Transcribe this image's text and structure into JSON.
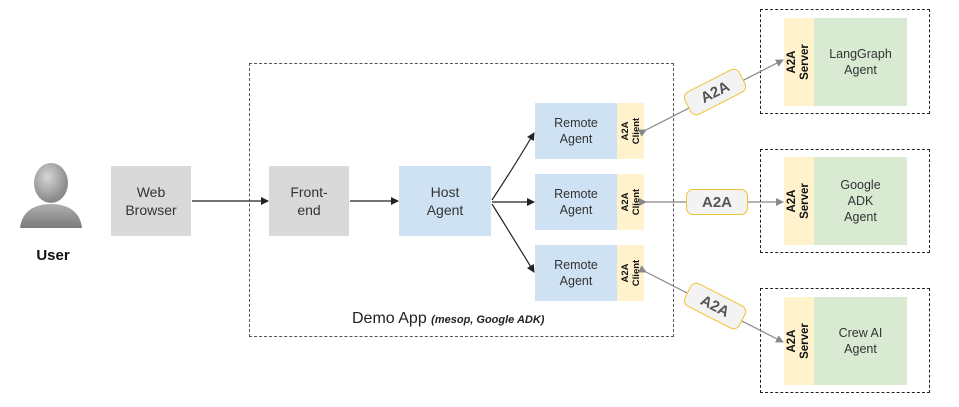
{
  "user": {
    "label": "User"
  },
  "nodes": {
    "web_browser": "Web\nBrowser",
    "frontend": "Front-\nend",
    "host_agent": "Host\nAgent",
    "remote_agent_1": "Remote\nAgent",
    "remote_agent_2": "Remote\nAgent",
    "remote_agent_3": "Remote\nAgent",
    "client_tab": "A2A\nClient",
    "server_tab": "A2A\nServer",
    "langgraph_agent": "LangGraph\nAgent",
    "google_adk_agent": "Google\nADK\nAgent",
    "crew_ai_agent": "Crew AI\nAgent"
  },
  "protocol_label": "A2A",
  "demo_app": {
    "title": "Demo App",
    "subtitle": "(mesop, Google ADK)"
  },
  "colors": {
    "gray_box": "#d9d9d9",
    "blue_box": "#cfe2f3",
    "yellow_tab": "#fff2cc",
    "green_box": "#d9ead3",
    "pill_border": "#f1c232"
  }
}
